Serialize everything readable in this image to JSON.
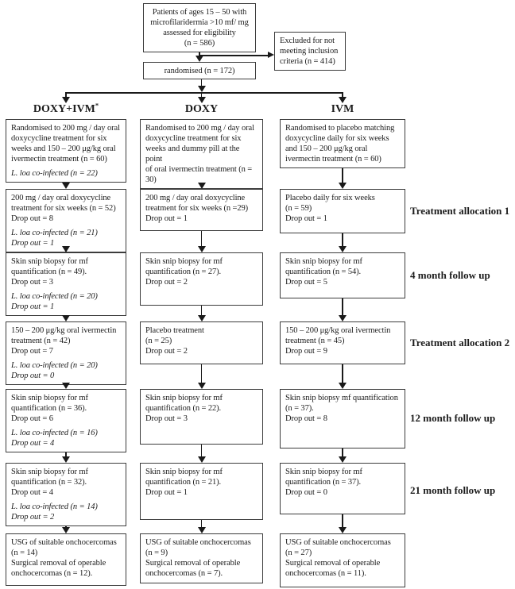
{
  "diagram": {
    "eligibility": "Patients of ages 15 – 50 with\nmicrofilaridermia >10 mf/ mg\nassessed for eligibility\n(n = 586)",
    "excluded": "Excluded for not\nmeeting inclusion\ncriteria (n = 414)",
    "randomised": "randomised (n = 172)"
  },
  "arms": [
    {
      "label": "DOXY+IVM",
      "label_sup": "*",
      "boxes": [
        {
          "main": "Randomised to 200 mg / day oral\ndoxycycline treatment for six\nweeks and 150 – 200 μg/kg oral\nivermectin treatment (n = 60)",
          "italic": "L. loa co-infected (n = 22)"
        },
        {
          "main": "200 mg / day oral doxycycline\ntreatment for six weeks (n = 52)\nDrop out = 8",
          "italic": "L. loa co-infected (n = 21)\nDrop out = 1"
        },
        {
          "main": "Skin snip biopsy for mf\nquantification (n = 49).\nDrop out = 3",
          "italic": "L. loa co-infected (n = 20)\nDrop out = 1"
        },
        {
          "main": "150 – 200 μg/kg oral ivermectin\ntreatment (n = 42)\nDrop out = 7",
          "italic": "L. loa co-infected (n = 20)\nDrop out = 0"
        },
        {
          "main": "Skin snip biopsy for mf\nquantification (n = 36).\nDrop out = 6",
          "italic": "L. loa co-infected (n = 16)\nDrop out = 4"
        },
        {
          "main": "Skin snip biopsy for mf\nquantification (n = 32).\nDrop out = 4",
          "italic": "L. loa co-infected (n = 14)\nDrop out = 2"
        },
        {
          "main": "USG of suitable onchocercomas\n(n = 14)\nSurgical removal of operable\nonchocercomas (n = 12).",
          "italic": ""
        }
      ]
    },
    {
      "label": "DOXY",
      "label_sup": "",
      "boxes": [
        {
          "main": "Randomised to 200 mg / day oral\ndoxycycline treatment for six\nweeks and dummy pill at the point\nof oral ivermectin treatment (n =\n30)",
          "italic": ""
        },
        {
          "main": "200 mg / day oral doxycycline\ntreatment for six weeks (n =29)\nDrop out = 1",
          "italic": ""
        },
        {
          "main": "Skin snip biopsy for mf\nquantification (n = 27).\nDrop out = 2",
          "italic": ""
        },
        {
          "main": "Placebo treatment\n(n = 25)\nDrop out = 2",
          "italic": ""
        },
        {
          "main": "Skin snip biopsy for mf\nquantification (n = 22).\nDrop out = 3",
          "italic": ""
        },
        {
          "main": "Skin snip biopsy for mf\nquantification (n = 21).\nDrop out = 1",
          "italic": ""
        },
        {
          "main": "USG of suitable onchocercomas\n(n = 9)\nSurgical removal of operable\nonchocercomas (n = 7).",
          "italic": ""
        }
      ]
    },
    {
      "label": "IVM",
      "label_sup": "",
      "boxes": [
        {
          "main": "Randomised to placebo matching\ndoxycycline daily for six weeks\nand 150 – 200 μg/kg oral\nivermectin treatment (n = 60)",
          "italic": ""
        },
        {
          "main": "Placebo daily for six weeks\n(n = 59)\nDrop out = 1",
          "italic": ""
        },
        {
          "main": "Skin snip biopsy for mf\nquantification (n = 54).\nDrop out = 5",
          "italic": ""
        },
        {
          "main": "150 – 200 μg/kg oral ivermectin\ntreatment (n = 45)\nDrop out = 9",
          "italic": ""
        },
        {
          "main": "Skin snip biopsy mf quantification\n(n = 37).\nDrop out = 8",
          "italic": ""
        },
        {
          "main": "Skin snip biopsy for mf\nquantification (n = 37).\nDrop out = 0",
          "italic": ""
        },
        {
          "main": "USG of suitable onchocercomas\n(n = 27)\nSurgical removal of operable\nonchocercomas (n = 11).",
          "italic": ""
        }
      ]
    }
  ],
  "stage_labels": [
    "Treatment allocation 1",
    "4 month follow up",
    "Treatment allocation 2",
    "12 month follow up",
    "21 month follow up"
  ],
  "colors": {
    "line": "#1a1a1a",
    "box_border": "#3c3c3c",
    "text": "#1c1c1c",
    "background": "#ffffff"
  }
}
